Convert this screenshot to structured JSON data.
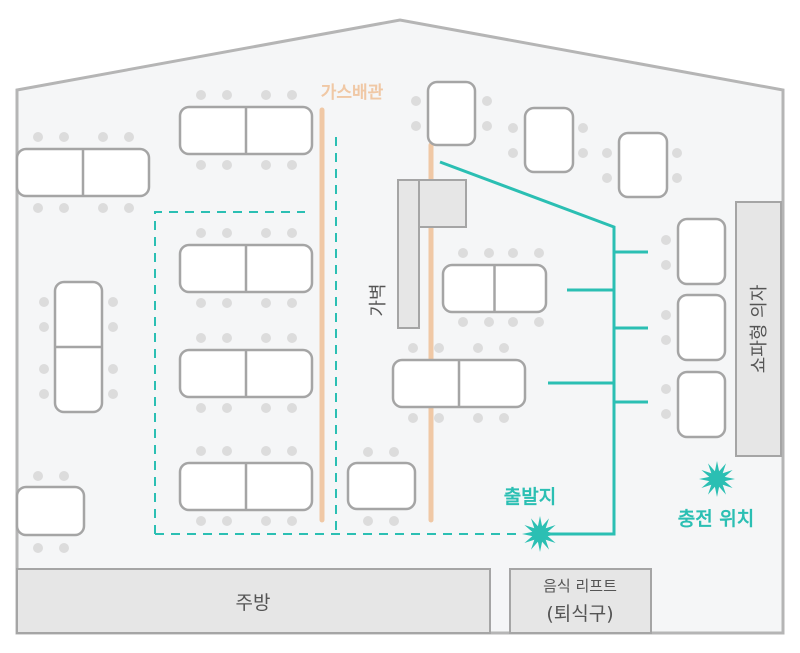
{
  "labels": {
    "gas_pipe": "가스배관",
    "partition": "가벽",
    "sofa_chairs": "쇼파형 의자",
    "start_point": "출발지",
    "charge_position": "충전 위치",
    "kitchen": "주방",
    "food_lift_line1": "음식 리프트",
    "food_lift_line2": "(퇴식구)"
  },
  "colors": {
    "floor": "#f5f6f7",
    "wall": "#b5b5b5",
    "table_fill": "#ffffff",
    "table_stroke": "#a5a5a5",
    "chair": "#dcdcdc",
    "gas_pipe": "#f0c8a5",
    "route": "#2bbfb3",
    "block_fill": "#e6e6e6",
    "block_text": "#555555"
  }
}
